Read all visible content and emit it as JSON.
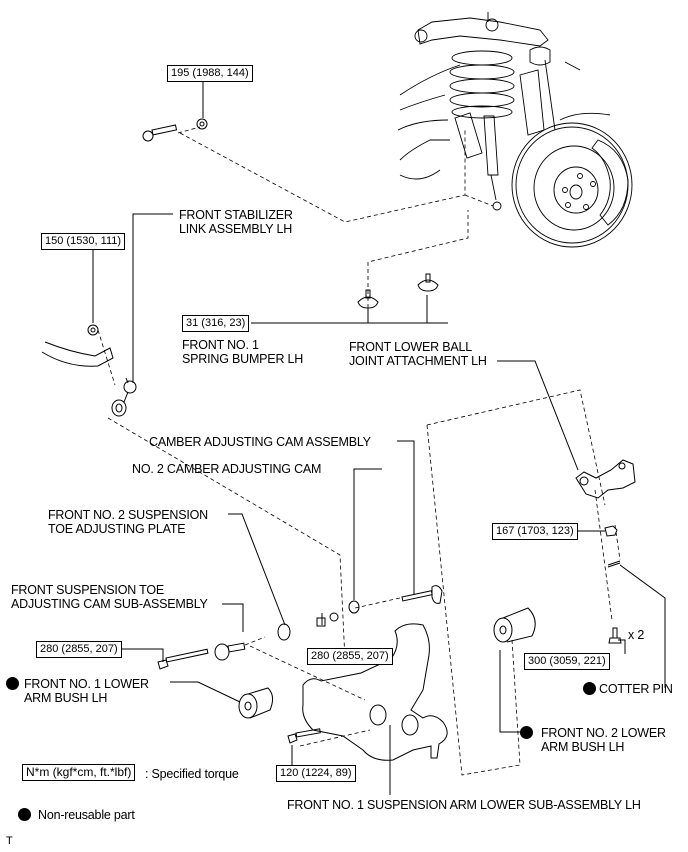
{
  "torque_labels": {
    "upper_bolt": "195 (1988, 144)",
    "stabilizer_nut": "150 (1530, 111)",
    "spring_bumper": "31 (316, 23)",
    "ball_joint_nut": "167 (1703, 123)",
    "toe_cam_bolt": "280 (2855, 207)",
    "camber_nut": "280 (2855, 207)",
    "attachment_bolt": "300 (3059, 221)",
    "lower_arm_bolt": "120 (1224, 89)"
  },
  "part_labels": {
    "stabilizer_link": "FRONT STABILIZER\nLINK ASSEMBLY LH",
    "spring_bumper": "FRONT NO. 1\nSPRING BUMPER LH",
    "ball_joint_attachment": "FRONT LOWER BALL\nJOINT ATTACHMENT LH",
    "camber_cam_assembly": "CAMBER ADJUSTING CAM ASSEMBLY",
    "no2_camber_cam": "NO. 2 CAMBER ADJUSTING CAM",
    "toe_plate": "FRONT NO. 2 SUSPENSION\nTOE ADJUSTING PLATE",
    "toe_cam": "FRONT SUSPENSION TOE\nADJUSTING CAM SUB-ASSEMBLY",
    "no1_bush": "FRONT NO. 1 LOWER\nARM BUSH LH",
    "no2_bush": "FRONT NO. 2 LOWER\nARM BUSH LH",
    "cotter_pin": "COTTER PIN",
    "lower_arm": "FRONT NO. 1 SUSPENSION ARM LOWER SUB-ASSEMBLY LH"
  },
  "quantity_note": "x 2",
  "legend": {
    "torque_unit": "N*m (kgf*cm, ft.*lbf)",
    "torque_desc": ": Specified torque",
    "non_reusable": "Non-reusable part"
  },
  "corner_mark": "T"
}
